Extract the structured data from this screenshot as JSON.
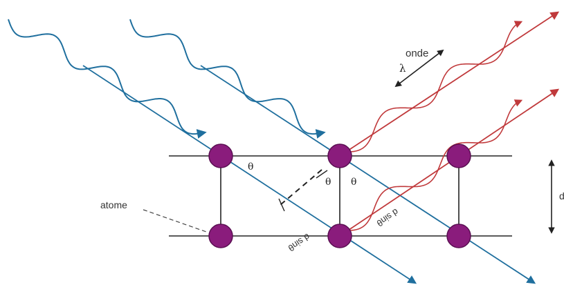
{
  "labels": {
    "wave": "onde",
    "wavelength": "λ",
    "atom": "atome",
    "theta": "θ",
    "spacing": "d",
    "path_difference": "d sinθ"
  },
  "colors": {
    "incident": "#1f6f9e",
    "diffracted": "#c0393b",
    "atom": "#8a1c7c",
    "lattice": "#222222"
  }
}
